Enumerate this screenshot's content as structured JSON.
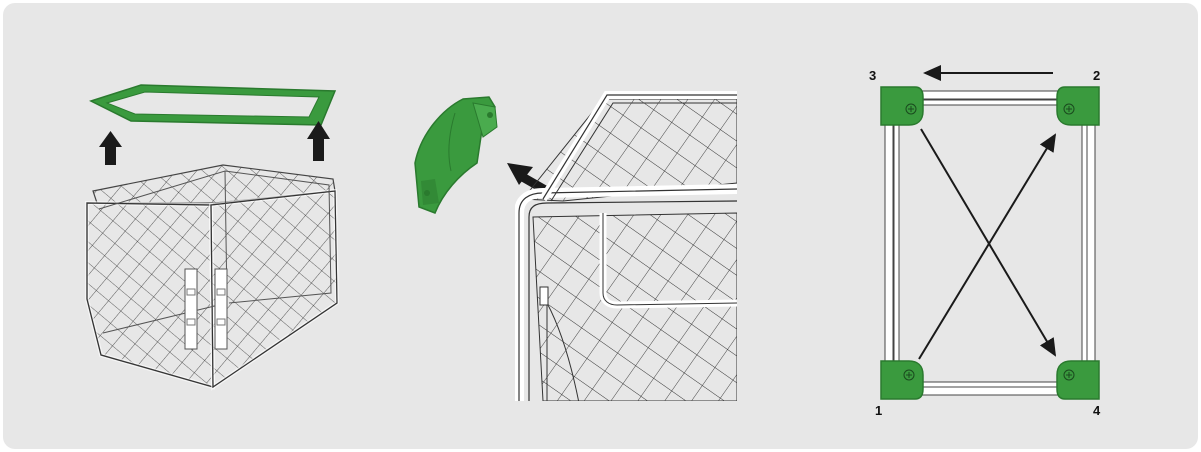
{
  "colors": {
    "background": "#e7e7e7",
    "accent_green": "#3a9a3e",
    "accent_green_dark": "#2a7a2e",
    "line_dark": "#1a1a1a",
    "frame_light": "#ffffff"
  },
  "steps": [
    {
      "id": "lift-ring",
      "icons": [
        "green-ring",
        "up-arrow-icon",
        "up-arrow-icon",
        "mesh-cage"
      ]
    },
    {
      "id": "remove-corner",
      "icons": [
        "green-corner-piece",
        "diagonal-arrow-icon",
        "mesh-cage-closeup"
      ]
    },
    {
      "id": "tightening-order",
      "icons": [
        "frame-top-view",
        "corner-cap",
        "sequence-arrows"
      ]
    }
  ],
  "corner_labels": [
    "1",
    "2",
    "3",
    "4"
  ]
}
